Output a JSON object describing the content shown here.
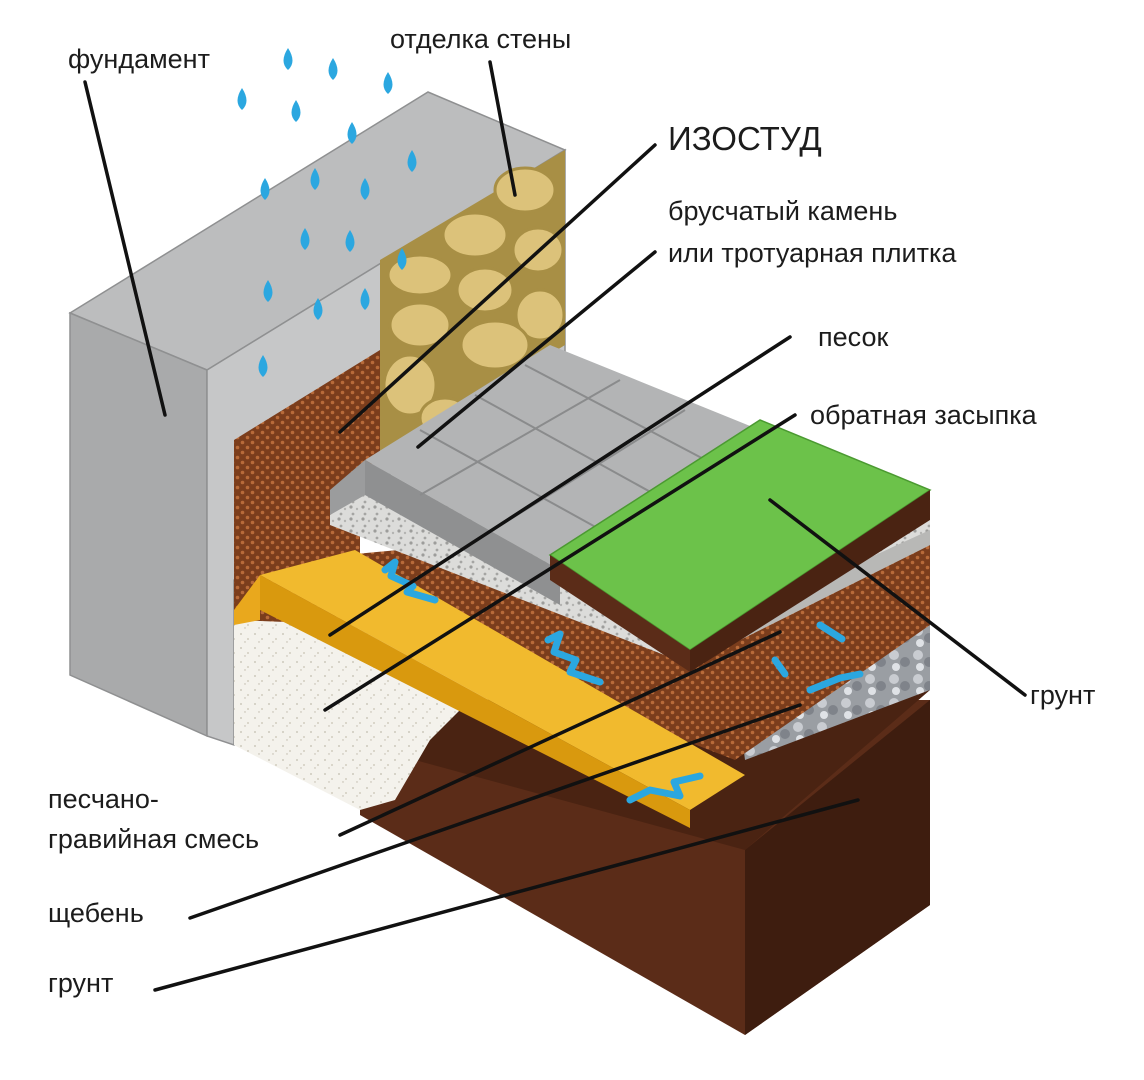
{
  "labels": {
    "foundation": "фундамент",
    "wall_finish": "отделка стены",
    "isostud": "ИЗОСТУД",
    "paving_line1": "брусчатый камень",
    "paving_line2": "или тротуарная плитка",
    "sand": "песок",
    "backfill": "обратная засыпка",
    "soil_right": "грунт",
    "sand_gravel_line1": "песчано-",
    "sand_gravel_line2": "гравийная смесь",
    "crushed_stone": "щебень",
    "soil_bottom": "грунт"
  },
  "colors": {
    "foundation_front": "#a9aaab",
    "foundation_top": "#bcbdbe",
    "foundation_side": "#c9cacb",
    "stone": "#dcc27a",
    "stone_edge": "#a88f45",
    "membrane": "#7b3d1c",
    "paving": "#b3b4b5",
    "gravel": "#d9d9d7",
    "sand": "#f1ba2e",
    "sand_dark": "#d9990e",
    "fill_white": "#f4f2ec",
    "soil": "#5b2c18",
    "soil_dark": "#3e1d0f",
    "grass": "#6cc24a",
    "water": "#2ba7e0",
    "leader": "#111111"
  },
  "icons": {
    "rain": "raindrop-icon",
    "drainage": "water-flow-icon"
  }
}
